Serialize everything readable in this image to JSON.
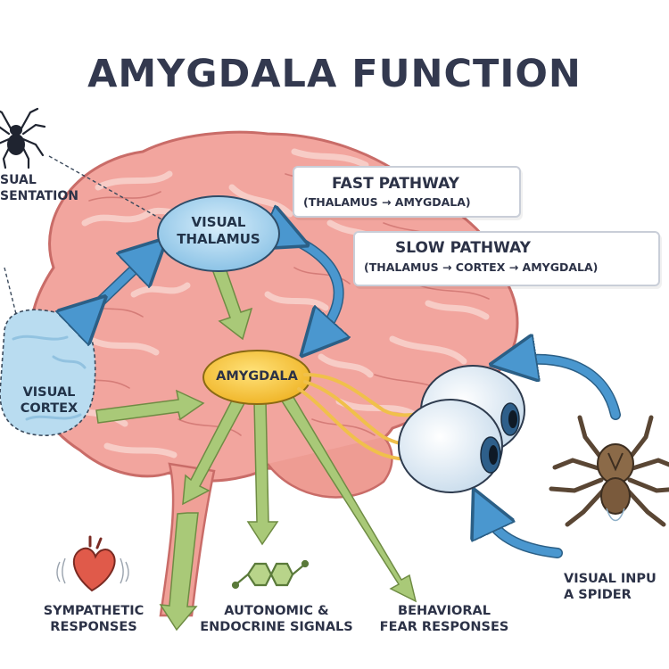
{
  "title": "AMYGDALA FUNCTION",
  "colors": {
    "brain": "#f2a59e",
    "brain_gyri": "#f7c6c0",
    "brain_outline": "#c96c68",
    "thalamus": "#a9d4ee",
    "cortex": "#b9dcf0",
    "amygdala": "#f7c843",
    "blue_arrow": "#4a97cf",
    "green_arrow": "#9fc26a",
    "title_text": "#33394f",
    "fast_star": "#8fbf55",
    "slow_star": "#3d8fd1"
  },
  "nodes": {
    "thalamus": "VISUAL\nTHALAMUS",
    "amygdala": "AMYGDALA",
    "cortex": "VISUAL\nCORTEX"
  },
  "left_label": {
    "line1": "SUAL",
    "line2": "SENTATION"
  },
  "legend": {
    "fast": {
      "title": "FAST PATHWAY",
      "sub": "(THALAMUS → AMYGDALA)",
      "icon": "star-icon"
    },
    "slow": {
      "title": "SLOW PATHWAY",
      "sub": "(THALAMUS → CORTEX → AMYGDALA)",
      "icon": "star-icon"
    }
  },
  "outputs": {
    "sympathetic": "SYMPATHETIC\nRESPONSES",
    "autonomic": "AUTONOMIC &\nENDOCRINE SIGNALS",
    "behavioral": "BEHAVIORAL\nFEAR RESPONSES"
  },
  "visual_input": "VISUAL INPU\nA SPIDER",
  "icons": [
    "spider-icon",
    "heart-icon",
    "hormone-molecule-icon",
    "eyeball-icon",
    "tarantula-icon"
  ]
}
